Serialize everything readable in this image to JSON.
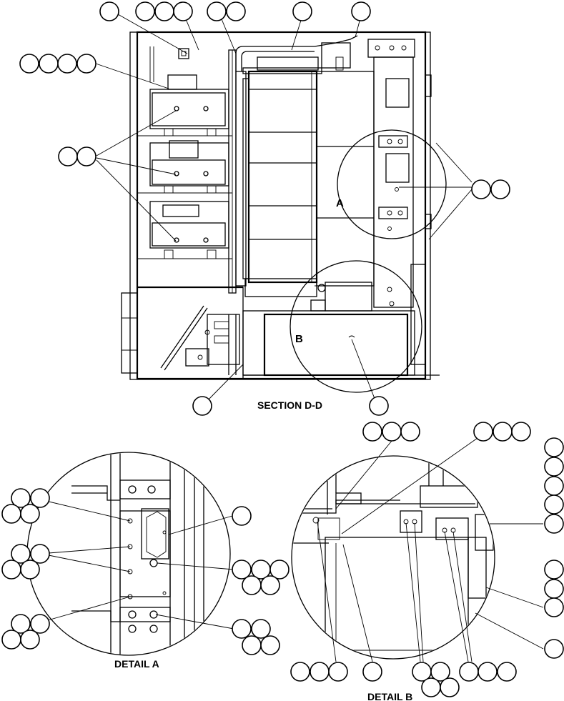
{
  "labels": {
    "section": "SECTION D-D",
    "detail_a": "DETAIL A",
    "detail_b": "DETAIL B",
    "marker_a": "A",
    "marker_b": "B"
  }
}
